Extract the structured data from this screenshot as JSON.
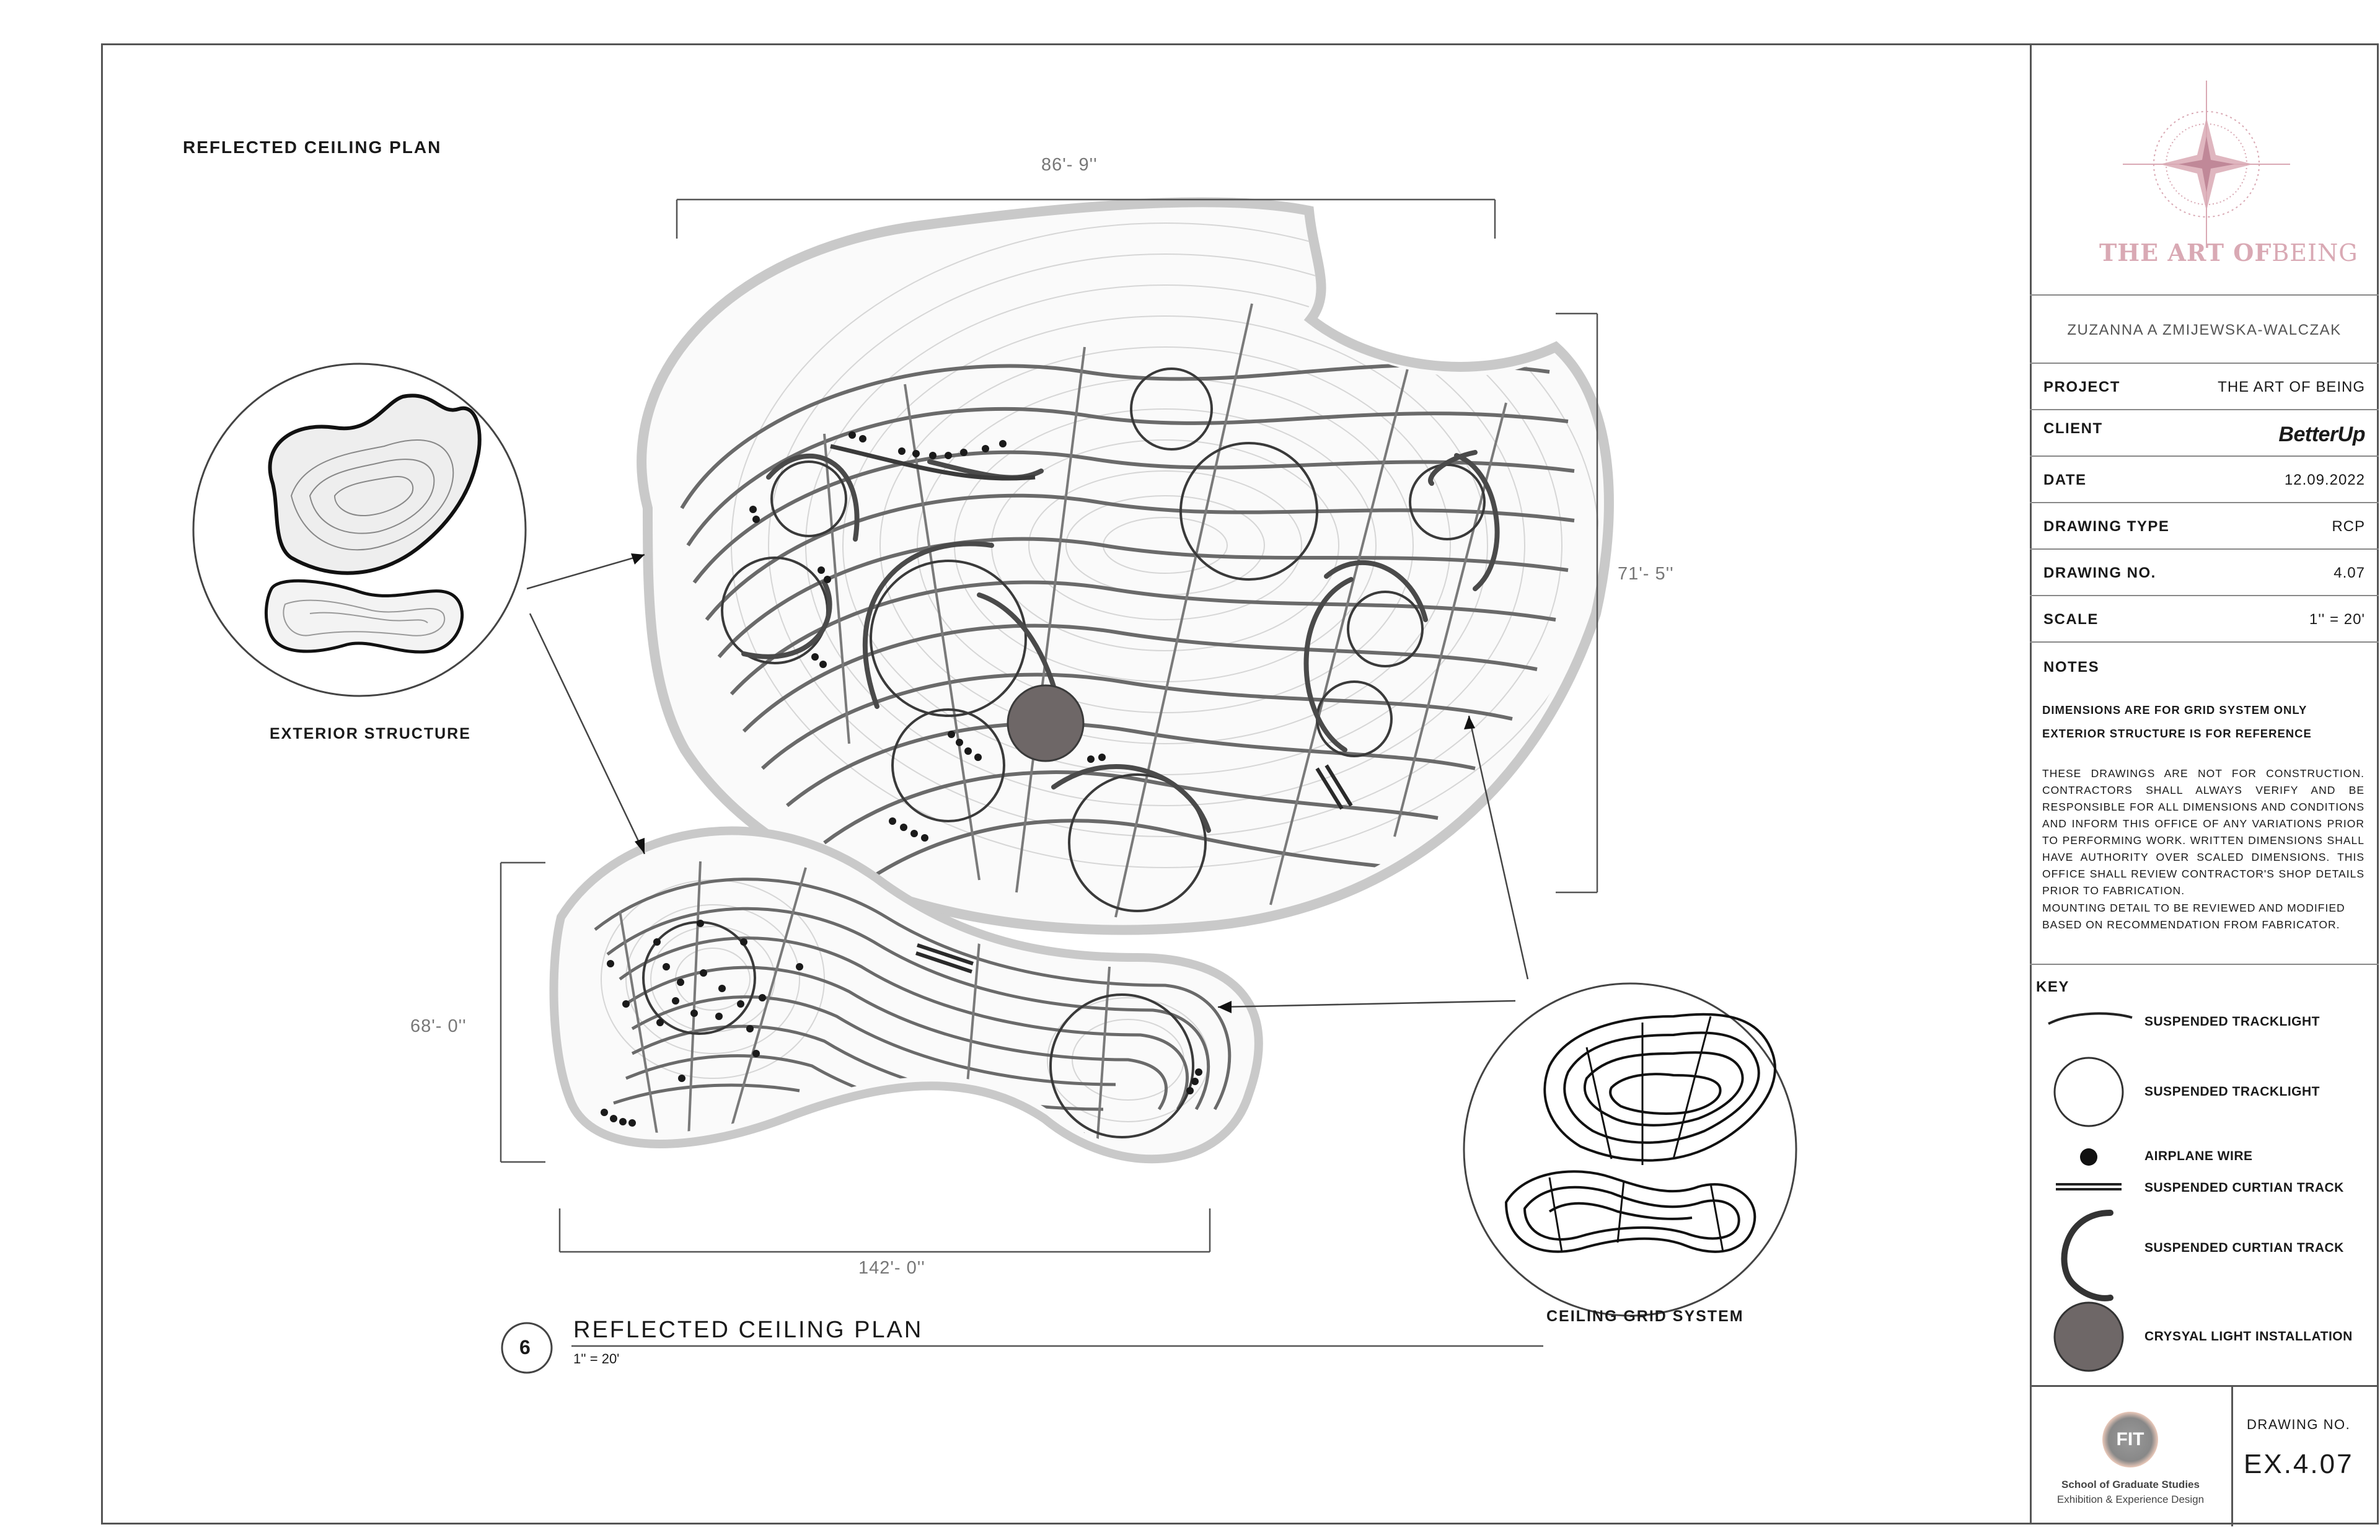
{
  "drawing": {
    "top_title": "REFLECTED CEILING PLAN",
    "dims": {
      "top_width": "86'- 9''",
      "right_height": "71'- 5''",
      "left_height": "68'- 0''",
      "bottom_width": "142'- 0''"
    },
    "callouts": {
      "exterior": "EXTERIOR STRUCTURE",
      "grid": "CEILING GRID SYSTEM"
    },
    "caption": {
      "number": "6",
      "title": "REFLECTED CEILING PLAN",
      "scale": "1'' = 20'"
    }
  },
  "title_block": {
    "logo_text_1": "THE ART OF",
    "logo_text_2": "BEING",
    "designer": "ZUZANNA A ZMIJEWSKA-WALCZAK",
    "fields": [
      {
        "key": "PROJECT",
        "value": "THE ART OF BEING"
      },
      {
        "key": "CLIENT",
        "value": "BetterUp"
      },
      {
        "key": "DATE",
        "value": "12.09.2022"
      },
      {
        "key": "DRAWING TYPE",
        "value": "RCP"
      },
      {
        "key": "DRAWING NO.",
        "value": "4.07"
      },
      {
        "key": "SCALE",
        "value": "1'' = 20'"
      }
    ],
    "notes_heading": "NOTES",
    "notes_bold_1": "DIMENSIONS ARE FOR GRID SYSTEM ONLY",
    "notes_bold_2": "EXTERIOR STRUCTURE IS FOR REFERENCE",
    "notes_body": "THESE DRAWINGS ARE NOT FOR CONSTRUCTION. CONTRACTORS SHALL ALWAYS VERIFY AND BE RESPONSIBLE FOR ALL DIMENSIONS AND CONDITIONS AND INFORM THIS OFFICE OF ANY VARIATIONS PRIOR TO PERFORMING WORK. WRITTEN DIMENSIONS SHALL HAVE AUTHORITY OVER SCALED DIMENSIONS. THIS OFFICE SHALL REVIEW CONTRACTOR'S SHOP DETAILS PRIOR TO FABRICATION.",
    "notes_mounting": "MOUNTING DETAIL TO BE REVIEWED AND MODIFIED BASED ON RECOMMENDATION FROM FABRICATOR.",
    "key_heading": "KEY",
    "key_items": [
      {
        "icon": "arc-line-icon",
        "label": "SUSPENDED TRACKLIGHT"
      },
      {
        "icon": "open-circle-icon",
        "label": "SUSPENDED TRACKLIGHT"
      },
      {
        "icon": "filled-dot-icon",
        "label": "AIRPLANE WIRE"
      },
      {
        "icon": "double-line-icon",
        "label": "SUSPENDED CURTIAN TRACK"
      },
      {
        "icon": "c-arc-icon",
        "label": "SUSPENDED CURTIAN TRACK"
      },
      {
        "icon": "filled-circle-icon",
        "label": "CRYSYAL LIGHT INSTALLATION"
      }
    ],
    "school_badge": "FIT",
    "school_line_1": "School of Graduate Studies",
    "school_line_2": "Exhibition & Experience Design",
    "drawing_no_label": "DRAWING NO.",
    "drawing_no_value": "EX.4.07"
  },
  "colors": {
    "line": "#555555",
    "pink": "#d9a9b4",
    "fill_dark": "#6e6767",
    "topo": "#cfcfcf"
  }
}
